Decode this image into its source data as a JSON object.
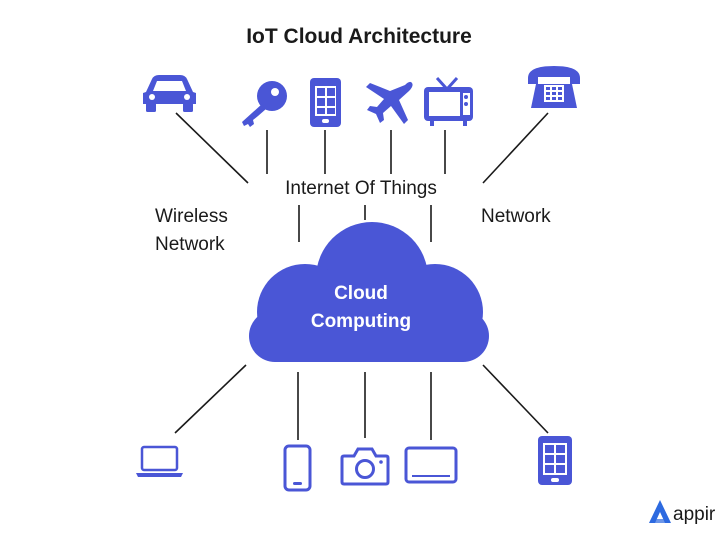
{
  "title": "IoT Cloud Architecture",
  "labels": {
    "internet_of_things": "Internet Of Things",
    "wireless_line1": "Wireless",
    "wireless_line2": "Network",
    "network": "Network",
    "cloud_line1": "Cloud",
    "cloud_line2": "Computing"
  },
  "brand": {
    "text": "appir"
  },
  "colors": {
    "accent": "#4a56d6",
    "line": "#1a1a1a",
    "text": "#1a1a1a",
    "background": "#ffffff"
  },
  "top_devices": [
    {
      "name": "car-icon"
    },
    {
      "name": "key-icon"
    },
    {
      "name": "smartphone-grid-icon"
    },
    {
      "name": "airplane-icon"
    },
    {
      "name": "tv-icon"
    },
    {
      "name": "telephone-icon"
    }
  ],
  "bottom_devices": [
    {
      "name": "laptop-icon"
    },
    {
      "name": "mobile-phone-icon"
    },
    {
      "name": "camera-icon"
    },
    {
      "name": "tablet-icon"
    },
    {
      "name": "phone-apps-icon"
    }
  ]
}
